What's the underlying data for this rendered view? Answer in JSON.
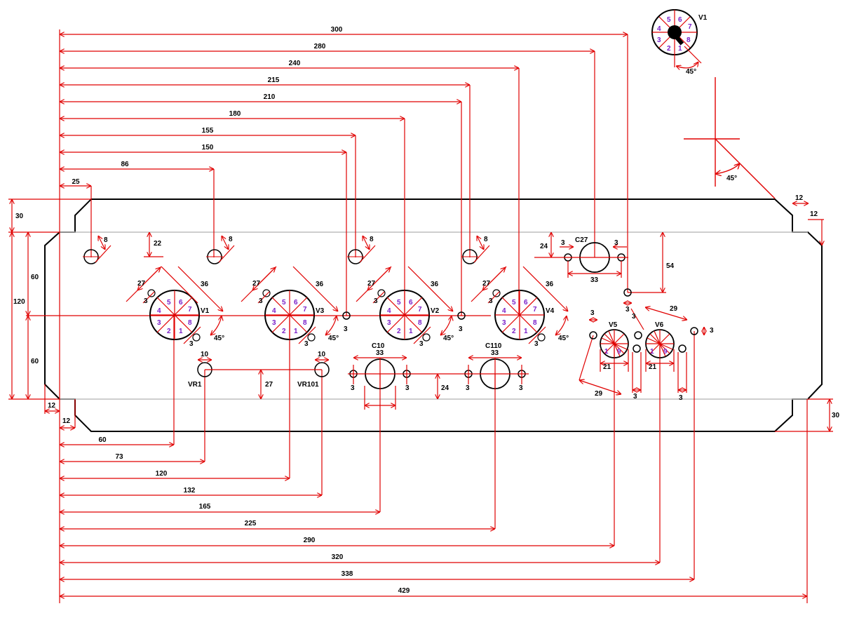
{
  "colors": {
    "dimension": "#e00000",
    "outline": "#000000",
    "guide": "#bdbdbd",
    "pin_label": "#7a1fc9",
    "text": "#000000"
  },
  "top_dimensions": [
    "300",
    "280",
    "240",
    "215",
    "210",
    "180",
    "155",
    "150",
    "86",
    "25"
  ],
  "bottom_dimensions": [
    "60",
    "73",
    "120",
    "132",
    "165",
    "225",
    "290",
    "320",
    "338",
    "429"
  ],
  "side_dimensions": {
    "top_edge": "30",
    "upper_half": "60",
    "height": "120",
    "lower_half": "60",
    "corner_x": "12",
    "corner_y": "12",
    "bottom_edge": "30",
    "right_corner_x": "12",
    "right_corner_y": "12"
  },
  "hole_labels": {
    "mount_hole": "8",
    "mount_hole_2": "8",
    "mount_hole_3": "8",
    "mount_hole_4": "8",
    "row_offset": "22"
  },
  "sockets": [
    {
      "name": "V1",
      "d_outer": "27",
      "d_diag": "36",
      "hole": "3",
      "angle": "45°",
      "pins": [
        "5",
        "6",
        "4",
        "7",
        "3",
        "8",
        "2",
        "1"
      ]
    },
    {
      "name": "V3",
      "d_outer": "27",
      "d_diag": "36",
      "hole": "3",
      "angle": "45°",
      "pins": [
        "5",
        "6",
        "4",
        "7",
        "3",
        "8",
        "2",
        "1"
      ]
    },
    {
      "name": "V2",
      "d_outer": "27",
      "d_diag": "36",
      "hole": "3",
      "angle": "45°",
      "pins": [
        "5",
        "6",
        "4",
        "7",
        "3",
        "8",
        "2",
        "1"
      ]
    },
    {
      "name": "V4",
      "d_outer": "27",
      "d_diag": "36",
      "hole": "3",
      "angle": "45°",
      "pins": [
        "5",
        "6",
        "4",
        "7",
        "3",
        "8",
        "2",
        "1"
      ]
    }
  ],
  "small_holes": {
    "h1": "3",
    "h2": "3",
    "h3": "3"
  },
  "pots": [
    {
      "name": "VR1",
      "width": "10"
    },
    {
      "name": "VR101",
      "width": "10"
    }
  ],
  "pot_spacing": "27",
  "capacitors": [
    {
      "name": "C10",
      "width": "33",
      "hole_left": "3",
      "hole_right": "3"
    },
    {
      "name": "C110",
      "width": "33",
      "hole_left": "3",
      "hole_right": "3"
    },
    {
      "name": "C27",
      "width": "33",
      "hole_left": "3",
      "hole_right": "3",
      "offset": "24"
    }
  ],
  "cap_row_offset": "24",
  "c27_side": "54",
  "small_sockets": [
    {
      "name": "V5",
      "width": "21",
      "hole": "3",
      "pins": [
        "1",
        "9"
      ]
    },
    {
      "name": "V6",
      "width": "21",
      "hole": "3",
      "pins": [
        "1",
        "9"
      ]
    }
  ],
  "small_socket_dims": {
    "span_top": "29",
    "span_bottom": "29",
    "hole_a": "3",
    "hole_b": "3",
    "hole_c": "3",
    "hole_d": "3",
    "hole_e": "3",
    "hole_f": "3"
  },
  "legend": {
    "name": "V1",
    "angle": "45°",
    "pins": [
      "5",
      "6",
      "4",
      "7",
      "3",
      "8",
      "2",
      "1"
    ]
  },
  "cross_angle": "45°"
}
